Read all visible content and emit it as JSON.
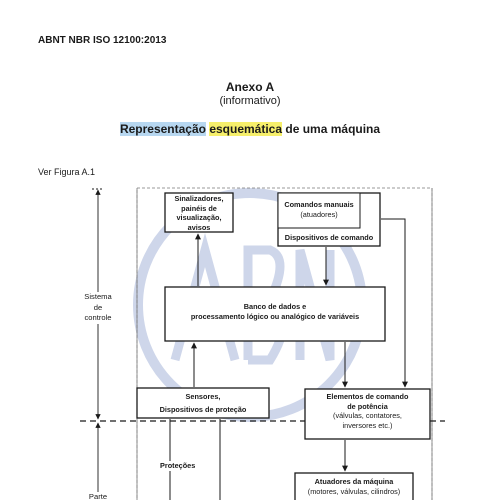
{
  "header": {
    "standard": "ABNT NBR ISO 12100:2013"
  },
  "annex": {
    "title": "Anexo A",
    "subtitle": "(informativo)",
    "heading_part1": "Representação",
    "heading_part2": "esquemática",
    "heading_part3": "de uma máquina",
    "figure_ref": "Ver Figura A.1"
  },
  "diagram": {
    "indicators_box": [
      "Sinalizadores,",
      "painéis de",
      "visualização,",
      "avisos"
    ],
    "manual_controls_box": {
      "title": "Comandos manuais",
      "sub": "(atuadores)",
      "footer": "Dispositivos de comando"
    },
    "processing_box": [
      "Banco de dados e",
      "processamento lógico ou analógico de variáveis"
    ],
    "sensors_box": [
      "Sensores,",
      "Dispositivos de proteção"
    ],
    "power_control_box": [
      "Elementos de comando",
      "de potência",
      "(válvulas, contatores,",
      "inversores etc.)"
    ],
    "actuators_box": {
      "title": "Atuadores da máquina",
      "sub": "(motores, válvulas, cilindros)"
    },
    "side_label": [
      "Sistema",
      "de",
      "controle"
    ],
    "protections_label": "Proteções",
    "bottom_side_label": "Parte"
  },
  "colors": {
    "highlight_blue": "#b7d7f0",
    "highlight_yellow": "#f6ef6b",
    "watermark": "#c9d2e8"
  }
}
